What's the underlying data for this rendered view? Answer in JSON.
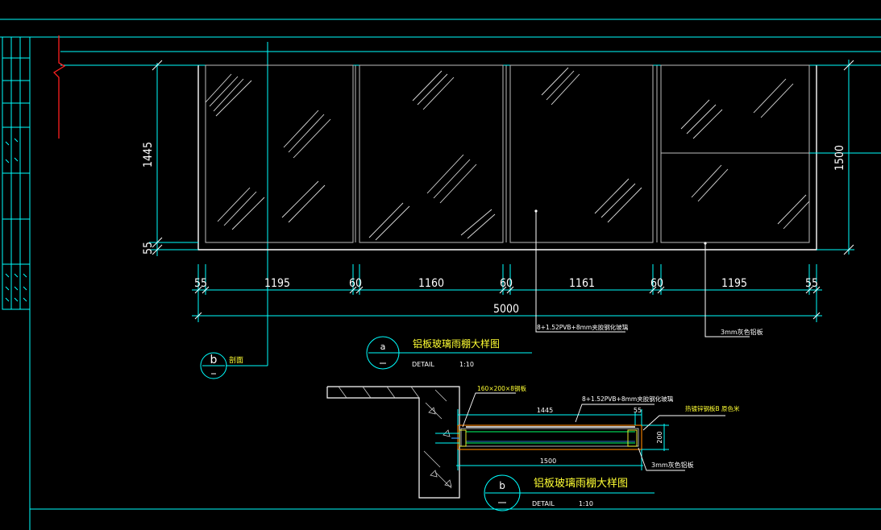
{
  "elevation": {
    "dims_bottom": [
      "55",
      "1195",
      "60",
      "1160",
      "60",
      "1161",
      "60",
      "1195",
      "55"
    ],
    "total": "5000",
    "height_glass": "1445",
    "height_bottom": "55",
    "height_total": "1500",
    "note_glass": "8+1.52PVB+8mm夹胶钢化玻璃",
    "note_frame": "3mm灰色铝板"
  },
  "callout_b_small": {
    "letter": "b",
    "text": "剖面"
  },
  "detail_a": {
    "letter": "a",
    "title": "铝板玻璃雨棚大样图",
    "detail": "DETAIL",
    "scale": "1:10"
  },
  "section": {
    "note_plate": "160×200×8钢板",
    "note_glass": "8+1.52PVB+8mm夹胶钢化玻璃",
    "dim_1445": "1445",
    "dim_55": "55",
    "note_right": "热镀锌钢板B 原色米",
    "dim_200": "200",
    "dim_1500": "1500",
    "note_bottom": "3mm灰色铝板"
  },
  "detail_b": {
    "letter": "b",
    "title": "铝板玻璃雨棚大样图",
    "detail": "DETAIL",
    "scale": "1:10"
  }
}
